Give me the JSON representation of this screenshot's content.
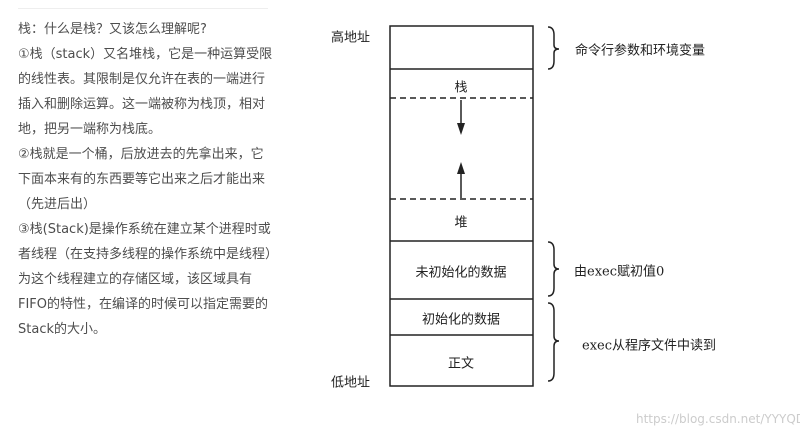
{
  "article": {
    "title": "栈：什么是栈？又该怎么理解呢?",
    "paragraphs": [
      "①栈（stack）又名堆栈，它是一种运算受限的线性表。其限制是仅允许在表的一端进行插入和删除运算。这一端被称为栈顶，相对地，把另一端称为栈底。",
      "②栈就是一个桶，后放进去的先拿出来，它下面本来有的东西要等它出来之后才能出来（先进后出）",
      "③栈(Stack)是操作系统在建立某个进程时或者线程（在支持多线程的操作系统中是线程）为这个线程建立的存储区域，该区域具有FIFO的特性，在编译的时候可以指定需要的Stack的大小。"
    ]
  },
  "diagram": {
    "high_address": "高地址",
    "low_address": "低地址",
    "segments": {
      "stack": "栈",
      "heap": "堆",
      "bss": "未初始化的数据",
      "data": "初始化的数据",
      "text": "正文"
    },
    "annotations": {
      "args_env": "命令行参数和环境变量",
      "bss_init": "由exec赋初值0",
      "read_from_file": "exec从程序文件中读到"
    }
  },
  "watermark": "https://blog.csdn.net/YYYQD"
}
